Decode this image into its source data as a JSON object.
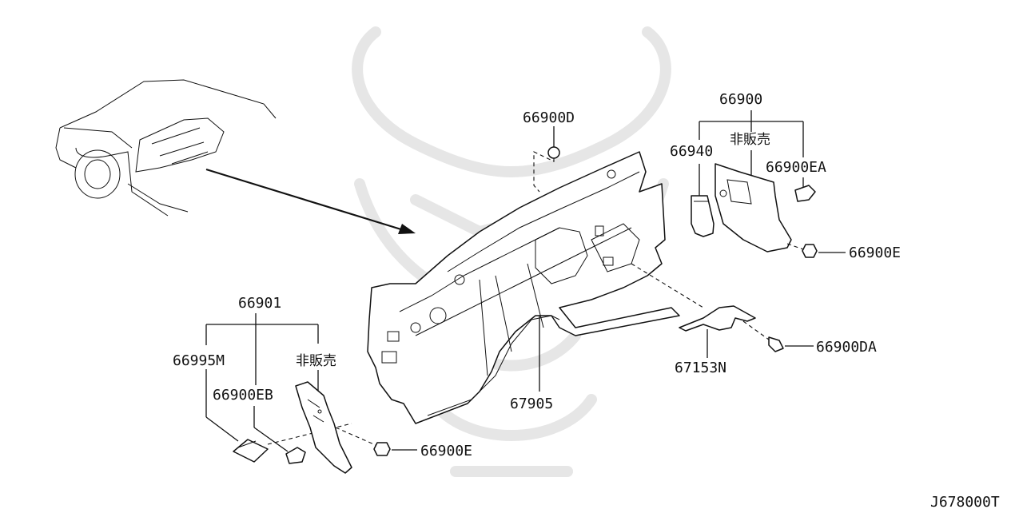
{
  "diagram_code": "J678000T",
  "labels": {
    "p66900D": "66900D",
    "p66900": "66900",
    "p66940": "66940",
    "not_sold_right": "非販売",
    "p66900EA": "66900EA",
    "p66900E_right": "66900E",
    "p66900DA": "66900DA",
    "p67153N": "67153N",
    "p67905": "67905",
    "p66901": "66901",
    "p66995M": "66995M",
    "p66900EB": "66900EB",
    "not_sold_left": "非販売",
    "p66900E_left": "66900E"
  },
  "colors": {
    "ink": "#111111",
    "watermark": "#e6e6e6",
    "background": "#ffffff"
  }
}
